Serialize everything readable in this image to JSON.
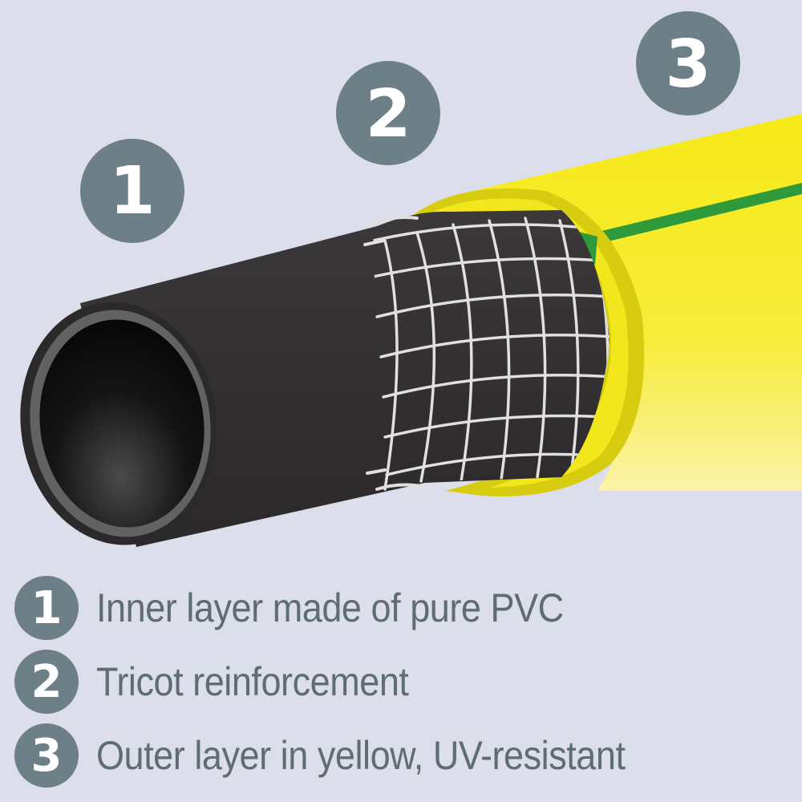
{
  "diagram": {
    "callouts": [
      {
        "number": "1"
      },
      {
        "number": "2"
      },
      {
        "number": "3"
      }
    ],
    "legend": [
      {
        "number": "1",
        "label": "Inner layer made of pure PVC"
      },
      {
        "number": "2",
        "label": "Tricot reinforcement"
      },
      {
        "number": "3",
        "label": "Outer layer in yellow, UV-resistant"
      }
    ],
    "colors": {
      "background": "#dcdfeb",
      "badge": "#6d7f87",
      "inner_layer": "#2e2c2d",
      "tricot": "#e2e0dc",
      "outer_layer": "#f6e81f",
      "outer_rim": "#d8cc10",
      "stripe": "#2f9a3c",
      "legend_text": "#5f6c72"
    }
  }
}
